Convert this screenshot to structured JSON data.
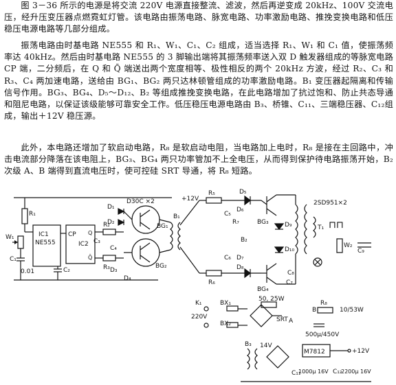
{
  "article": {
    "paragraphs": [
      "图 3－36 所示的电源是将交流 220V 电源直接整流、滤波，然后再逆变成 20kHz、100V 交流电压，经升压变压器点燃霓虹灯管。该电路由振荡电路、脉宽电路、功率激励电路、推挽变换电路和低压稳压电源电路等几部分组成。",
      "振荡电路由时基电路 NE555 和 R₁、W₁、C₁、C₂ 组成，适当选择 R₁、W₁ 和 C₁ 值，使振荡频率达 40kHz。然后由时基电路 NE555 的 3 脚输出端将其振荡频率送入双 D 触发器组成的等脉宽电路 CP 端，二分频后，在 Q 和 Q̄ 端送出两个宽度相等、极性相反的两个 20kHz 方波，经过 R₂、C₃ 和 R₃、C₄ 两加速电路，送给由 BG₁、BG₂ 两只达林顿管组成的功率激励电路。B₁ 变压器起隔离和传输信号作用。BG₃、BG₄、D₅～D₁₂、B₂ 等组成推挽变换电路，在此电路增加了抗过饱和、防止共态导通和阻尼电路，以保证该级能够可靠安全工作。低压稳压电源电路由 B₃、桥锥、C₁₁、三端稳压器、C₁₂组成，输出＋12V 稳压源。",
      "此外，本电路还增加了软启动电路，R₈ 是软启动电阻，当电路加上电时，R₈ 是接在主回路中，冲击电流部分降落在该电阻上，BG₃、BG₄ 两只功率管加不上全电压，从而得到保护待电路振荡开始，B₂ 次级 A、B 端得到直流电压时，使可控硅 SRT 导通，将 R₈ 短路。"
    ]
  },
  "figure": {
    "labels": {
      "ic1": "IC1",
      "ne555": "NE555",
      "ic2": "IC2",
      "cp": "CP",
      "q": "Q",
      "qbar": "Q̄",
      "r1": "R₁",
      "w1": "W₁",
      "c1": "C₁",
      "c2": "C₂",
      "c1val": "0.01",
      "c3": "C₃",
      "c4": "C₄",
      "r2": "R₂",
      "r3": "R₃",
      "d1": "D₁",
      "d2": "D₂",
      "d3": "D₃",
      "d4": "D₄",
      "bg1": "BG₁",
      "bg2": "BG₂",
      "bg3": "BG₃",
      "bg4": "BG₄",
      "b1": "B₁",
      "b2": "B₂",
      "b3": "B₃",
      "t1": "T₁",
      "part_d": "D30C ×2",
      "plus12": "+12V",
      "r5": "R₅",
      "r6": "R₆",
      "r7": "R₇",
      "r8": "R₈",
      "d5": "D₅",
      "d6": "D₆",
      "d7": "D₇",
      "d8": "D₈",
      "c5": "C₅",
      "c6": "C₆",
      "c7": "C₇",
      "c8": "C₈",
      "c9": "C₉",
      "d9": "D₉",
      "d10": "D₁₀",
      "part_2sd": "2SD951×2",
      "w2": "W₂",
      "wave": "⊓⊓",
      "r50": "50, 25W",
      "k1": "K₁",
      "bx1": "BX₁",
      "bx2": "BX₂",
      "v220": "220V",
      "srt": "SRT",
      "a": "A",
      "b": "B",
      "r1053": "10/53W",
      "c500": "500μ/450V",
      "v14": "14V",
      "m7812": "M7812",
      "out12": "+12V",
      "c11": "C₁₁",
      "c12": "C₁₂",
      "c11val": "1000μ 16V",
      "c12val": "2200μ 16V"
    }
  }
}
